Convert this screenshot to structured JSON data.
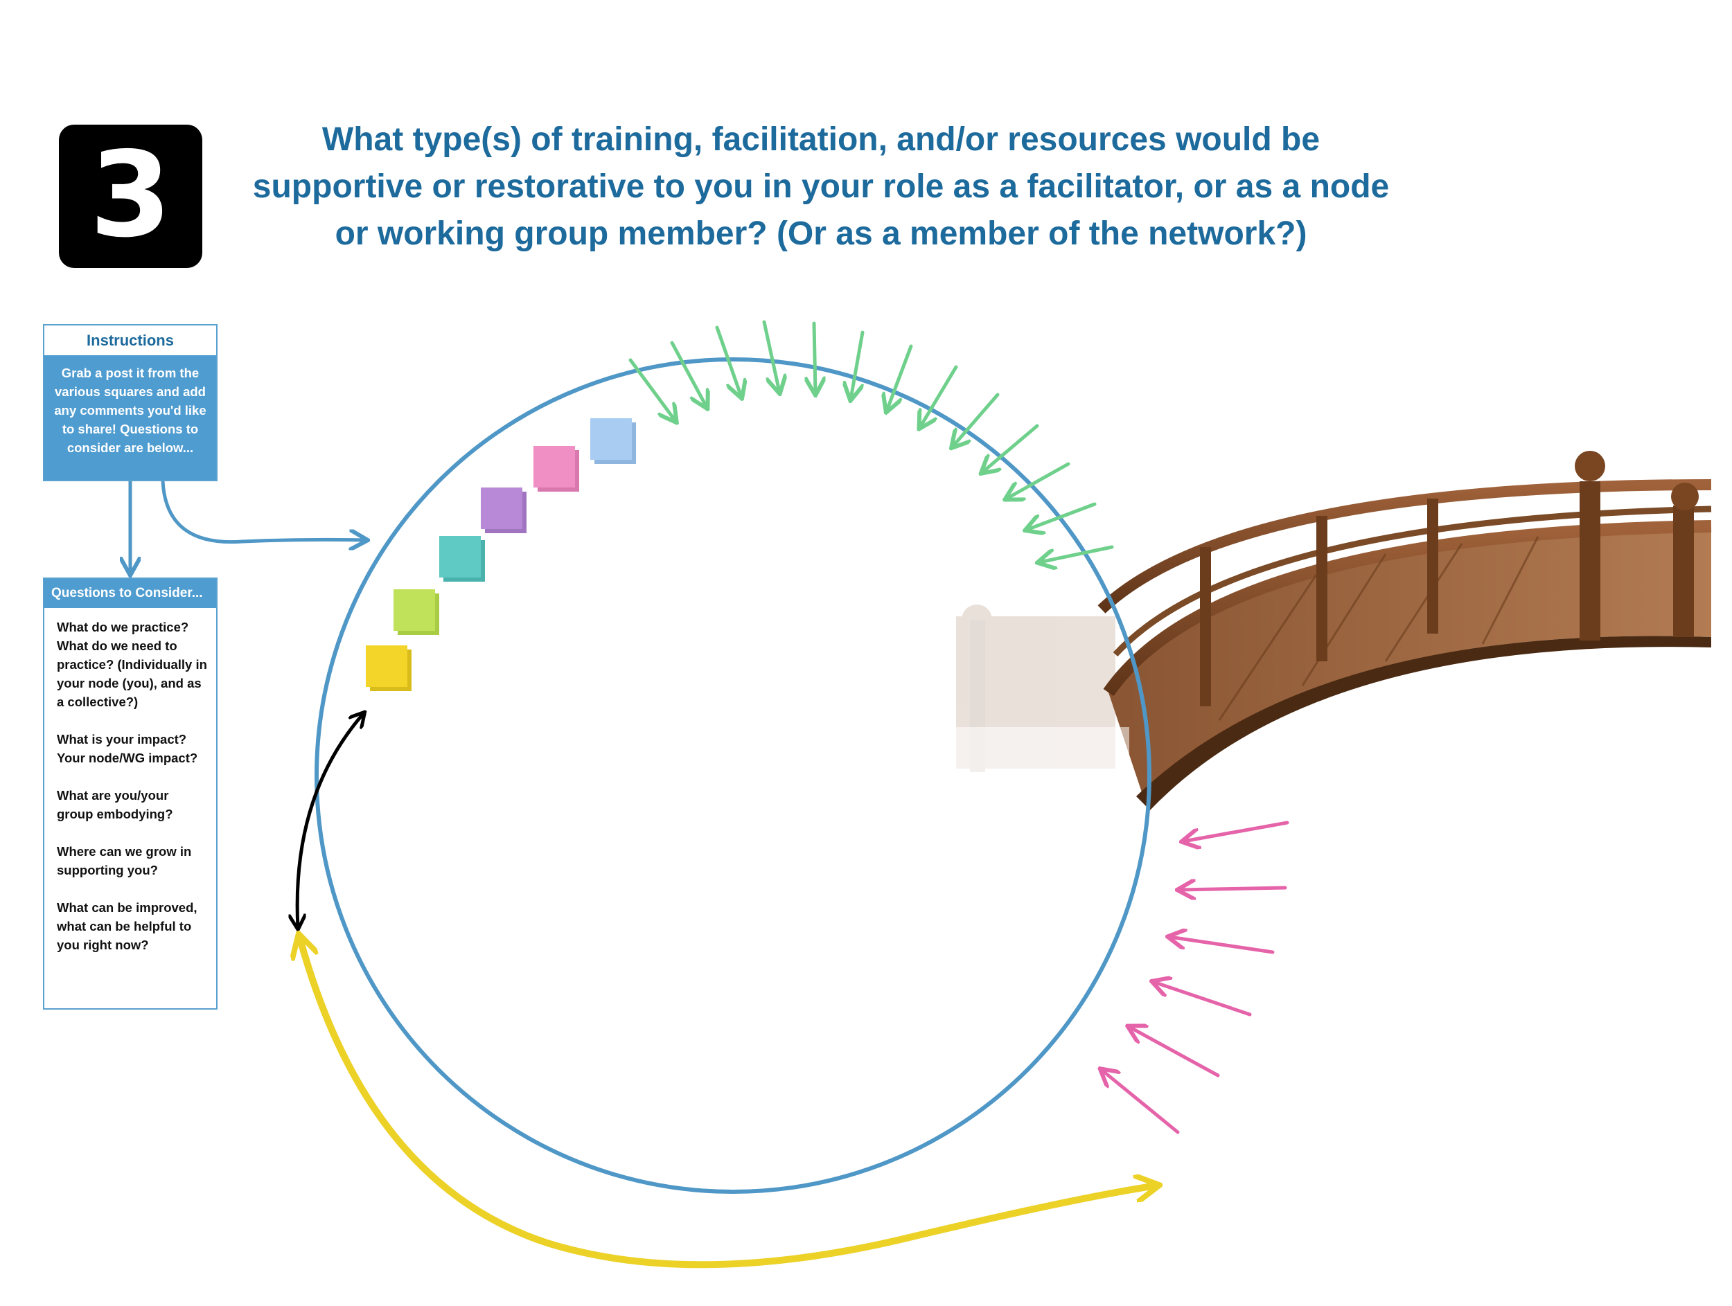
{
  "step_number": "3",
  "title": "What type(s) of training, facilitation, and/or resources would be supportive or restorative to you in your role as a facilitator, or as a node or working group member? (Or as a member of the network?)",
  "instructions": {
    "header": "Instructions",
    "body": "Grab a post it from the various squares and add any comments you'd like to share! Questions to consider are below..."
  },
  "questions_panel": {
    "header": "Questions to Consider...",
    "items": [
      "What do we practice? What do we need to practice? (Individually in your node (you), and as a collective?)",
      "What is your impact? Your node/WG impact?",
      "What are you/your group embodying?",
      "Where can we grow in supporting you?",
      "What can be improved, what can be helpful to you right now?"
    ]
  },
  "colors": {
    "title": "#1d6a9c",
    "circle": "#4f97c6",
    "green_arrows": "#6fd08c",
    "pink_arrows": "#e563a9",
    "yellow_arrow": "#ecd126",
    "black_arrow": "#000000",
    "sticky_notes": [
      "#f3d52a",
      "#bfe25a",
      "#5fc9c4",
      "#b889d6",
      "#ef8fc3",
      "#a9cdf2"
    ]
  },
  "icons": [
    "bridge-image",
    "sticky-note-icon"
  ]
}
